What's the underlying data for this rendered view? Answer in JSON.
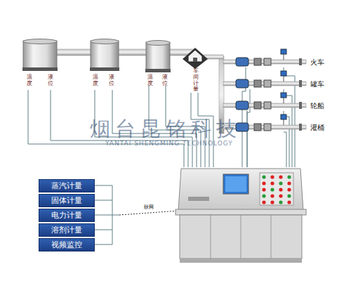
{
  "diagram": {
    "nodes": [
      {
        "text": [
          "温度",
          "液位"
        ]
      },
      {
        "text": [
          "温度",
          "液位"
        ]
      },
      {
        "text": [
          "温度",
          "液位"
        ]
      },
      {
        "text": [
          "车间计量"
        ]
      },
      {
        "text": [
          "蒸汽计量"
        ]
      },
      {
        "text": [
          "固体计量"
        ]
      },
      {
        "text": [
          "电力计量"
        ]
      },
      {
        "text": [
          "溶剂计量"
        ]
      },
      {
        "text": [
          "视频监控"
        ]
      }
    ],
    "labels": [
      "火车",
      "罐车",
      "轮船",
      "灌桶",
      "联网",
      "烟台昆铭科技",
      "YANTAI SHENGMING TECHNOLOGY"
    ]
  }
}
